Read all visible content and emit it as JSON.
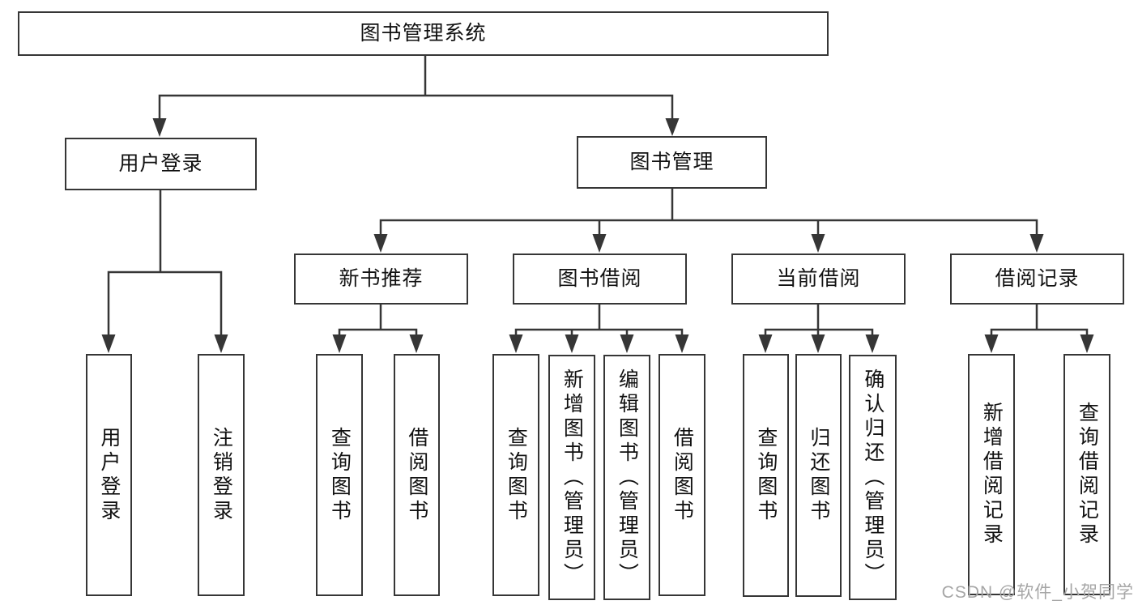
{
  "diagram_title": "图书管理系统",
  "tree": {
    "label": "图书管理系统",
    "children": [
      {
        "label": "用户登录",
        "children": [
          {
            "label": "用户登录"
          },
          {
            "label": "注销登录"
          }
        ]
      },
      {
        "label": "图书管理",
        "children": [
          {
            "label": "新书推荐",
            "children": [
              {
                "label": "查询图书"
              },
              {
                "label": "借阅图书"
              }
            ]
          },
          {
            "label": "图书借阅",
            "children": [
              {
                "label": "查询图书"
              },
              {
                "label": "新增图书（管理员）"
              },
              {
                "label": "编辑图书（管理员）"
              },
              {
                "label": "借阅图书"
              }
            ]
          },
          {
            "label": "当前借阅",
            "children": [
              {
                "label": "查询图书"
              },
              {
                "label": "归还图书"
              },
              {
                "label": "确认归还（管理员）"
              }
            ]
          },
          {
            "label": "借阅记录",
            "children": [
              {
                "label": "新增借阅记录"
              },
              {
                "label": "查询借阅记录"
              }
            ]
          }
        ]
      }
    ]
  },
  "watermark": {
    "text": "CSDN @软件_小贺同学"
  },
  "colors": {
    "line": "#363636",
    "node_border": "#363636",
    "node_background": "#ffffff",
    "text": "#111111",
    "watermark": "#a6a6a6",
    "background": "#ffffff"
  }
}
